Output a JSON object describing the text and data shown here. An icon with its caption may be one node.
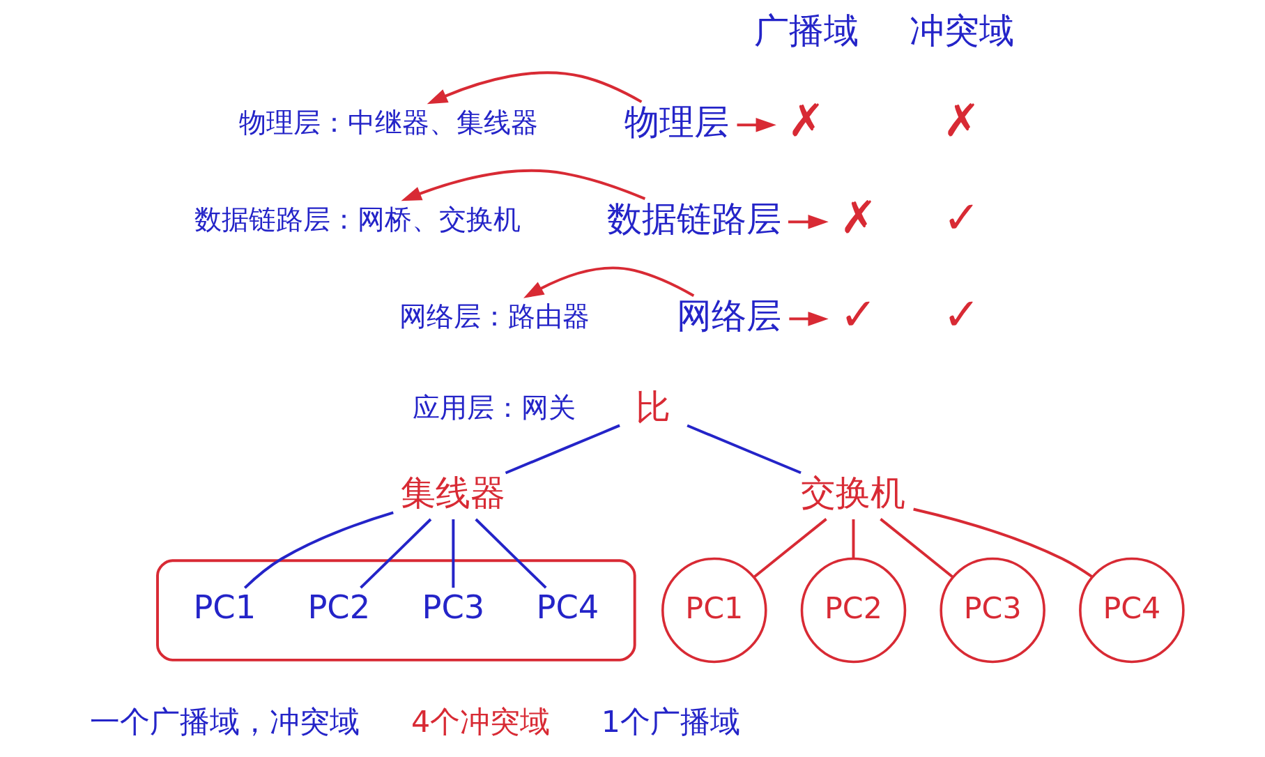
{
  "diagram": {
    "nodes": [
      {
        "text": [
          "物理层：中继器、集线器"
        ]
      },
      {
        "text": [
          "数据链路层：网桥、交换机"
        ]
      },
      {
        "text": [
          "网络层：路由器"
        ]
      },
      {
        "text": [
          "物理层"
        ]
      },
      {
        "text": [
          "数据链路层"
        ]
      },
      {
        "text": [
          "网络层"
        ]
      },
      {
        "text": [
          "✗"
        ]
      },
      {
        "text": [
          "✗"
        ]
      },
      {
        "text": [
          "✓"
        ]
      },
      {
        "text": [
          "比"
        ]
      },
      {
        "text": [
          "集线器"
        ]
      },
      {
        "text": [
          "交换机"
        ]
      },
      {
        "text": [],
        "shape": "ellipse",
        "beside": [
          "一个广播域，冲突域"
        ]
      },
      {
        "text": [
          "PC1"
        ],
        "in": 12
      },
      {
        "text": [
          "PC2"
        ],
        "in": 12
      },
      {
        "text": [
          "PC3"
        ],
        "in": 12
      },
      {
        "text": [
          "PC4"
        ],
        "in": 12
      },
      {
        "text": [
          "PC1"
        ]
      },
      {
        "text": [
          "PC2"
        ]
      },
      {
        "text": [
          "PC3"
        ]
      },
      {
        "text": [
          "PC4"
        ]
      }
    ],
    "edges": [
      {
        "from": 3,
        "to": 0,
        "arrow": "to"
      },
      {
        "from": 4,
        "to": 1,
        "arrow": "to"
      },
      {
        "from": 5,
        "to": 2,
        "arrow": "to"
      },
      {
        "from": 3,
        "to": 6,
        "arrow": "to"
      },
      {
        "from": 4,
        "to": 7,
        "arrow": "to"
      },
      {
        "from": 5,
        "to": 8,
        "arrow": "to"
      },
      {
        "from": 9,
        "to": 10,
        "arrow": "none",
        "color": "#2424c8"
      },
      {
        "from": 9,
        "to": 11,
        "arrow": "none",
        "color": "#2424c8"
      },
      {
        "from": 10,
        "to": 13,
        "arrow": "none",
        "color": "#2424c8"
      },
      {
        "from": 10,
        "to": 14,
        "arrow": "none",
        "color": "#2424c8"
      },
      {
        "from": 10,
        "to": 15,
        "arrow": "none",
        "color": "#2424c8"
      },
      {
        "from": 10,
        "to": 16,
        "arrow": "none",
        "color": "#2424c8"
      },
      {
        "from": 11,
        "to": 17,
        "arrow": "none"
      },
      {
        "from": 11,
        "to": 18,
        "arrow": "none"
      },
      {
        "from": 11,
        "to": 19,
        "arrow": "none"
      },
      {
        "from": 11,
        "to": 20,
        "arrow": "none"
      }
    ],
    "labels": [
      "广播域",
      "冲突域",
      "✗",
      "✓",
      "✓",
      "应用层：网关",
      "4个冲突域",
      "1个广播域"
    ]
  }
}
